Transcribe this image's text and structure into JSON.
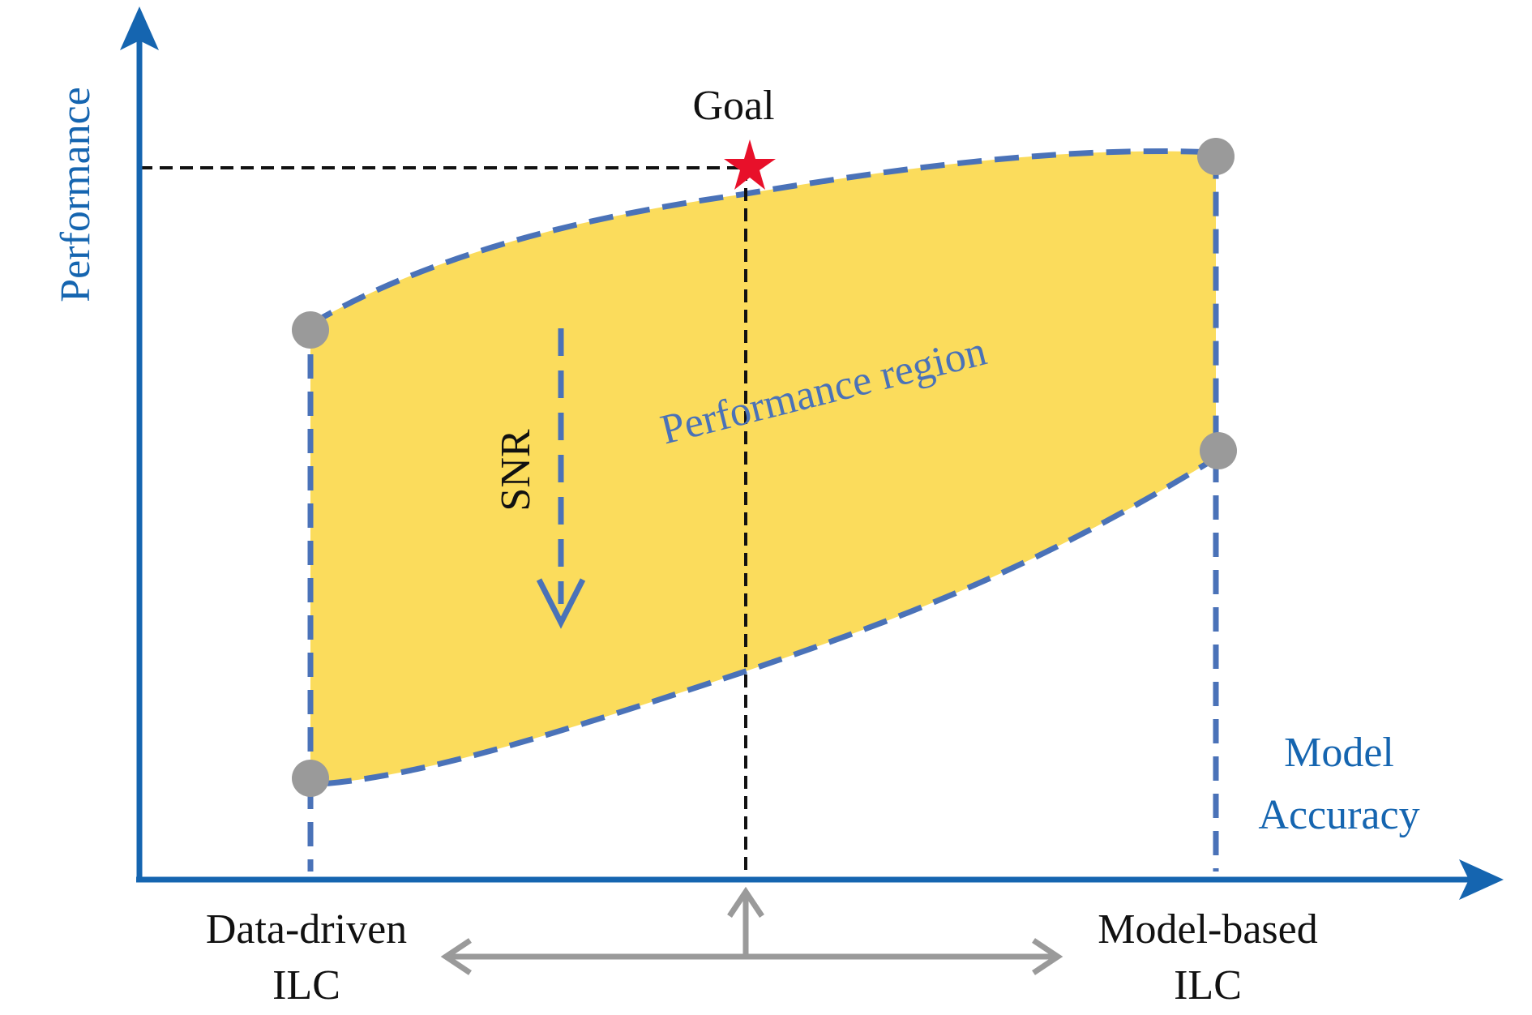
{
  "axes": {
    "y_label": "Performance",
    "x_label_line1": "Model",
    "x_label_line2": "Accuracy"
  },
  "goal": {
    "label": "Goal"
  },
  "region": {
    "label": "Performance region"
  },
  "snr": {
    "label": "SNR"
  },
  "bottom": {
    "left_line1": "Data-driven",
    "left_line2": "ILC",
    "right_line1": "Model-based",
    "right_line2": "ILC"
  },
  "colors": {
    "axis": "#1565b0",
    "region_fill": "#fbdc5c",
    "region_border": "#4a72b8",
    "goal_star": "#e8102a",
    "nodes": "#9a9a9a",
    "grey_arrow": "#9a9a9a",
    "guide_lines": "#111111"
  }
}
